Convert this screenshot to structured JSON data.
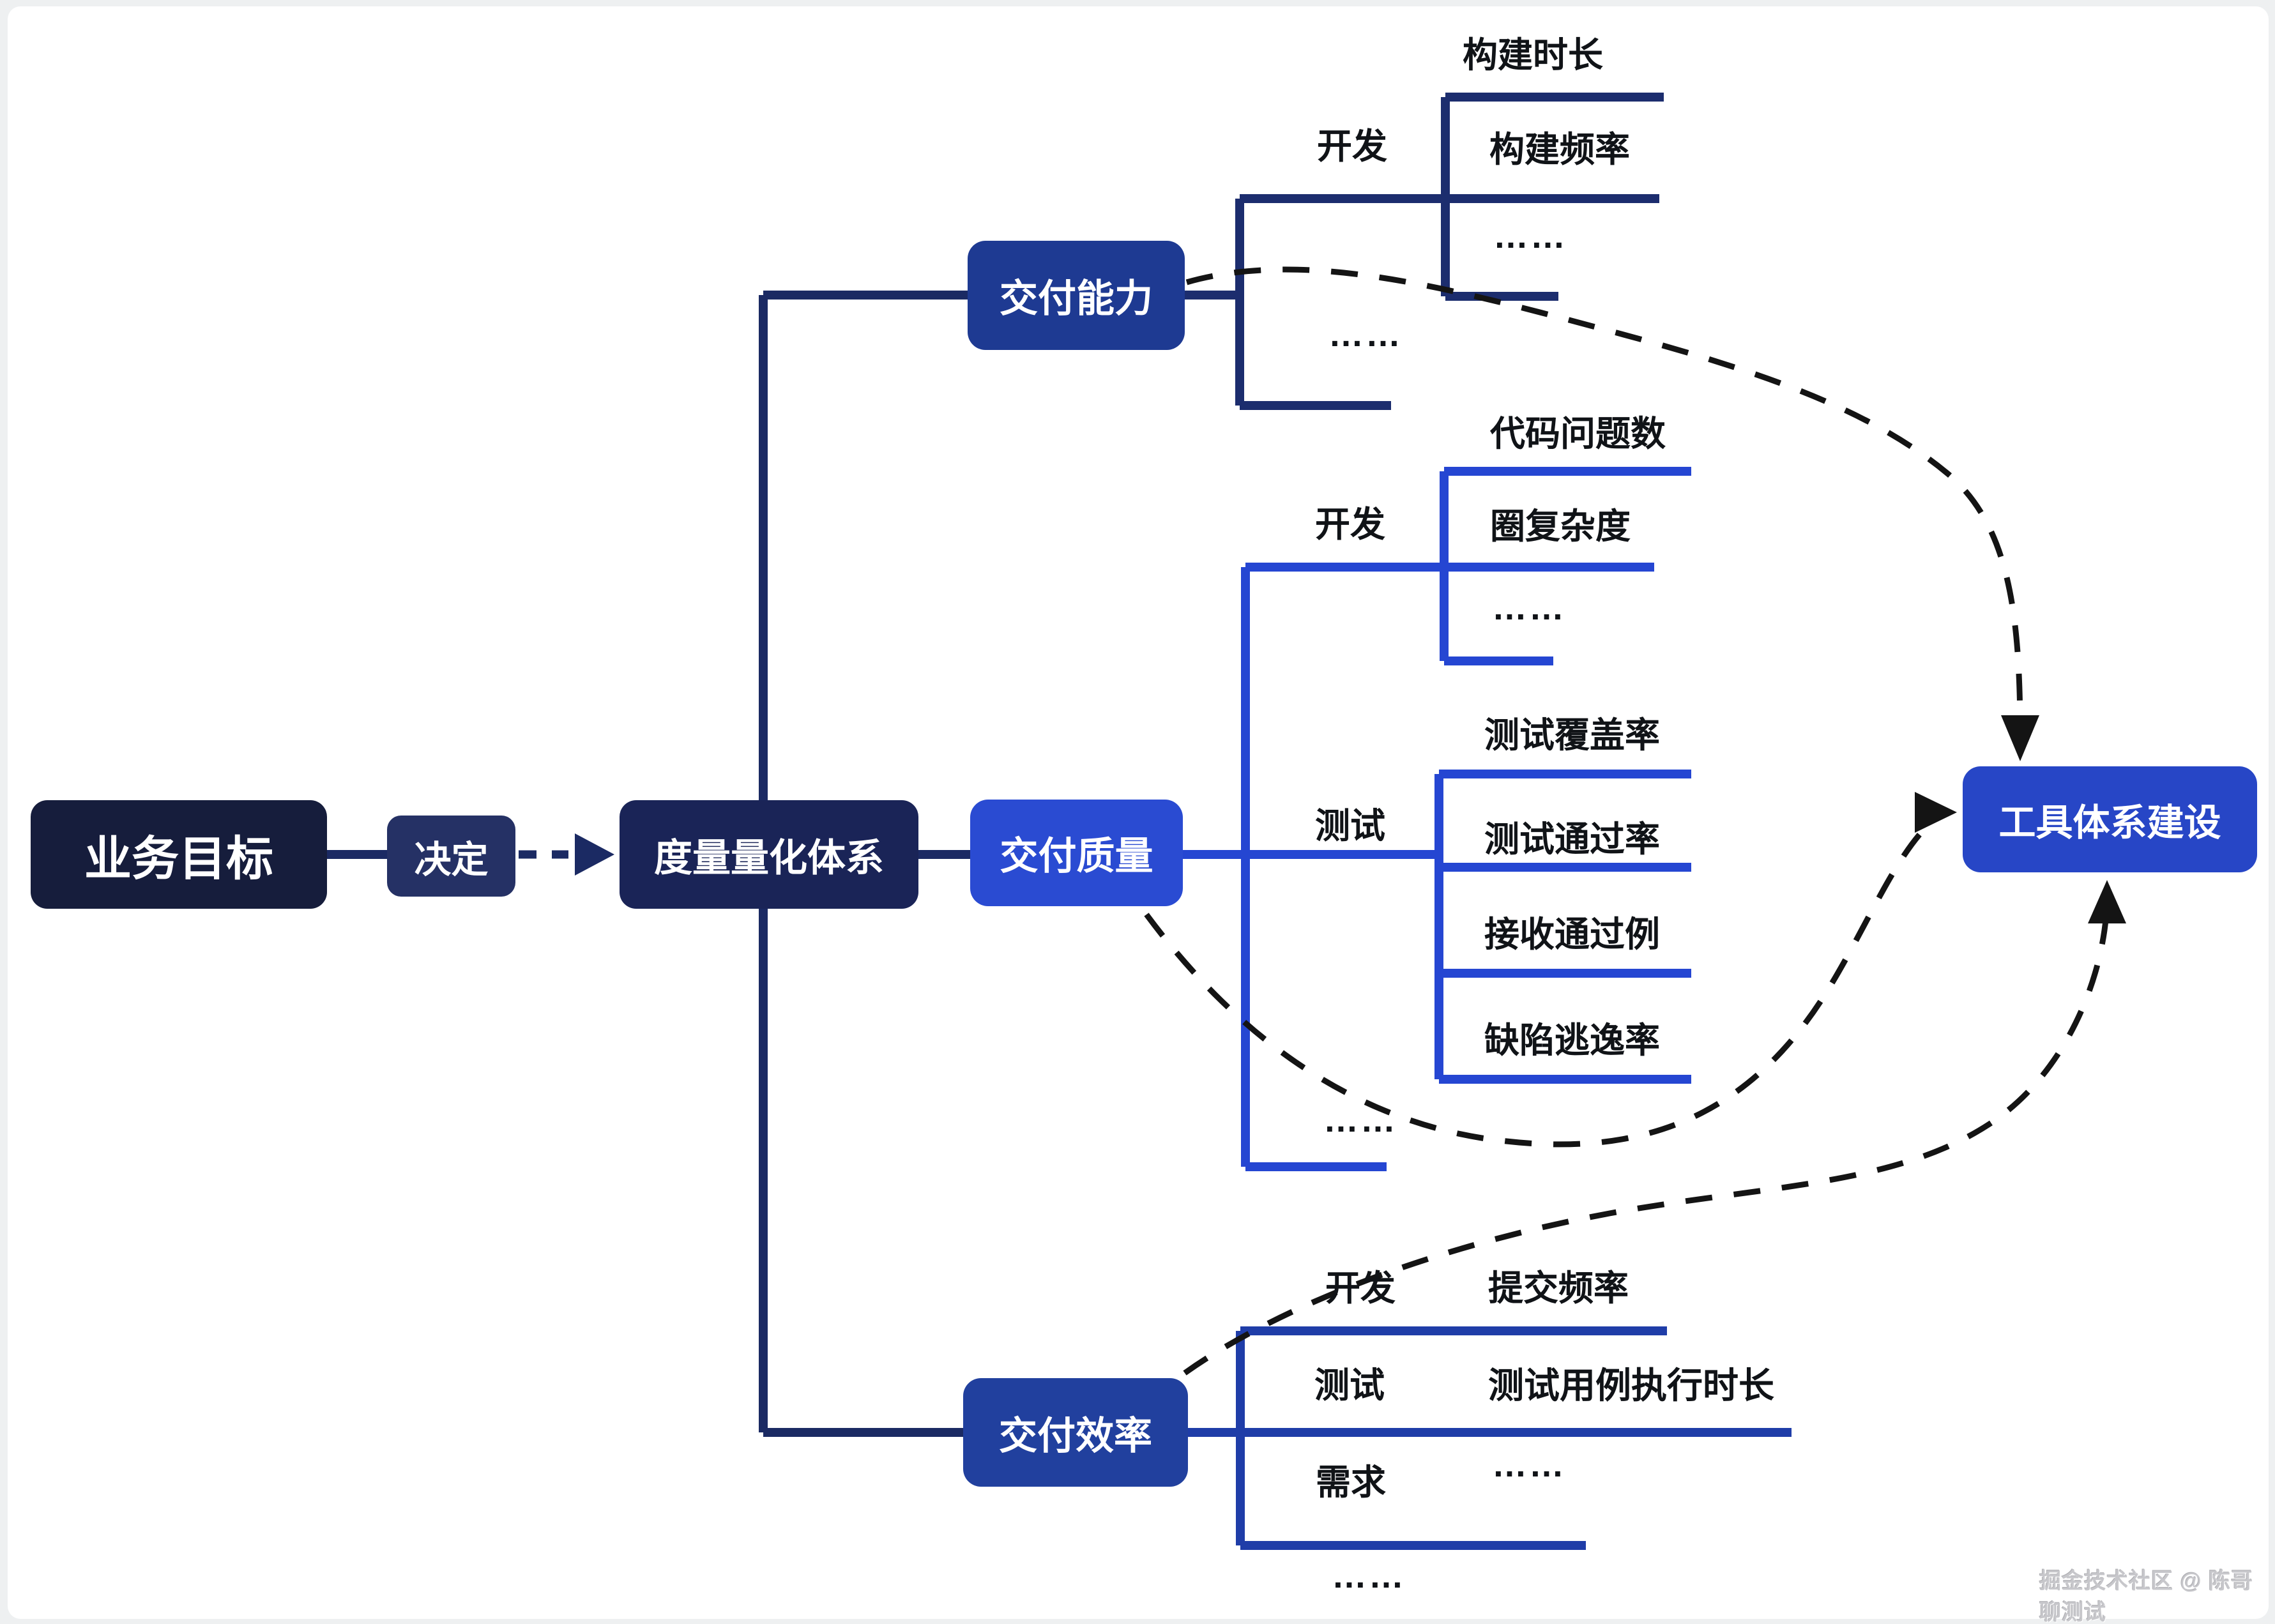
{
  "palette": {
    "line_dark": "#1b2a63",
    "line_cap": "#1c2d6e",
    "line_qual": "#2546d2",
    "line_eff": "#1f3da8",
    "dash": "#141414",
    "box_root": "#161d3c",
    "box_decide": "#253165",
    "box_hub": "#1a2457",
    "box_cap": "#1e3a92",
    "box_qual": "#2a4bd2",
    "box_eff": "#21409e",
    "box_tool": "#2746c6"
  },
  "nodes": {
    "root": {
      "label": "业务目标"
    },
    "decide": {
      "label": "决定"
    },
    "hub": {
      "label": "度量量化体系"
    },
    "tool": {
      "label": "工具体系建设"
    }
  },
  "branches": [
    {
      "label": "交付能力",
      "children": [
        {
          "label": "开发",
          "metrics": [
            "构建时长",
            "构建频率",
            "……"
          ]
        },
        {
          "label": "……"
        }
      ]
    },
    {
      "label": "交付质量",
      "children": [
        {
          "label": "开发",
          "metrics": [
            "代码问题数",
            "圈复杂度",
            "……"
          ]
        },
        {
          "label": "测试",
          "metrics": [
            "测试覆盖率",
            "测试通过率",
            "接收通过例",
            "缺陷逃逸率"
          ]
        },
        {
          "label": "……"
        }
      ]
    },
    {
      "label": "交付效率",
      "children": [
        {
          "label": "开发",
          "metrics": [
            "提交频率"
          ]
        },
        {
          "label": "测试",
          "metrics": [
            "测试用例执行时长"
          ]
        },
        {
          "label": "需求",
          "metrics": [
            "……"
          ]
        },
        {
          "label": "……"
        }
      ]
    }
  ],
  "watermark": {
    "text": "掘金技术社区 @ 陈哥聊测试"
  }
}
